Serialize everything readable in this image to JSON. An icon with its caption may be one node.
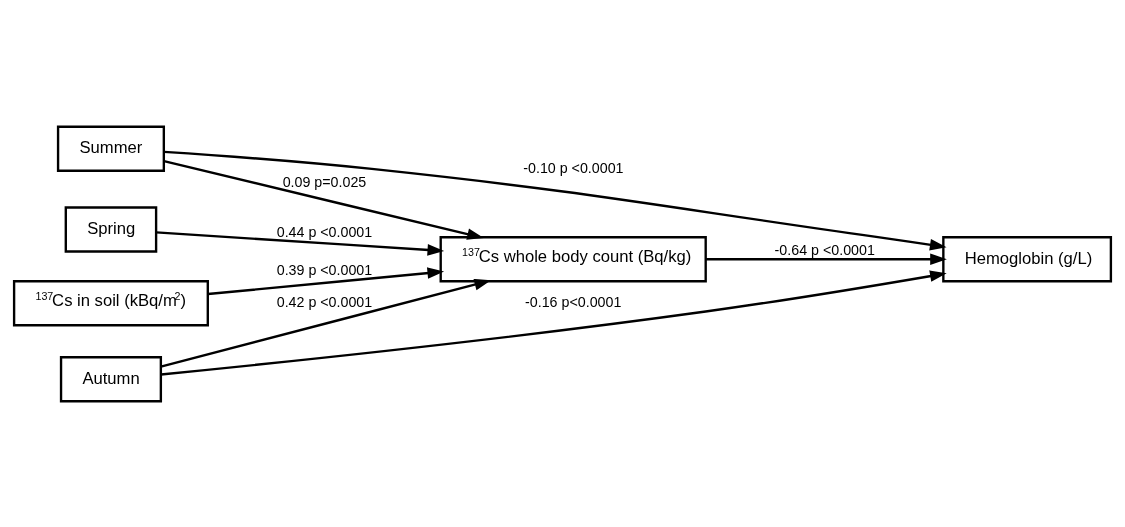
{
  "diagram": {
    "nodes": [
      {
        "text": [
          "Spring"
        ]
      },
      {
        "text": [
          "Summer"
        ]
      },
      {
        "text": [
          "Autumn"
        ]
      },
      {
        "text": [
          "$^{137}$Cs in soil (kBq/m$^{2}$)"
        ]
      },
      {
        "text": [
          "$^{137}$Cs whole body count (Bq/kg)"
        ]
      },
      {
        "text": [
          "Hemoglobin (g/L)"
        ]
      }
    ],
    "edges": [
      {
        "from": 0,
        "to": 4,
        "arrow": "to",
        "label": "0.44 p <0.0001"
      },
      {
        "from": 1,
        "to": 5,
        "arrow": "to",
        "label": "-0.10 p <0.0001"
      },
      {
        "from": 1,
        "to": 4,
        "arrow": "to",
        "label": "0.09 p=0.025"
      },
      {
        "from": 2,
        "to": 4,
        "arrow": "to",
        "label": "0.42 p <0.0001"
      },
      {
        "from": 2,
        "to": 5,
        "arrow": "to",
        "label": "-0.16 p<0.0001"
      },
      {
        "from": 3,
        "to": 4,
        "arrow": "to",
        "label": "0.39 p <0.0001"
      },
      {
        "from": 4,
        "to": 5,
        "arrow": "to",
        "label": "-0.64 p <0.0001"
      }
    ]
  }
}
